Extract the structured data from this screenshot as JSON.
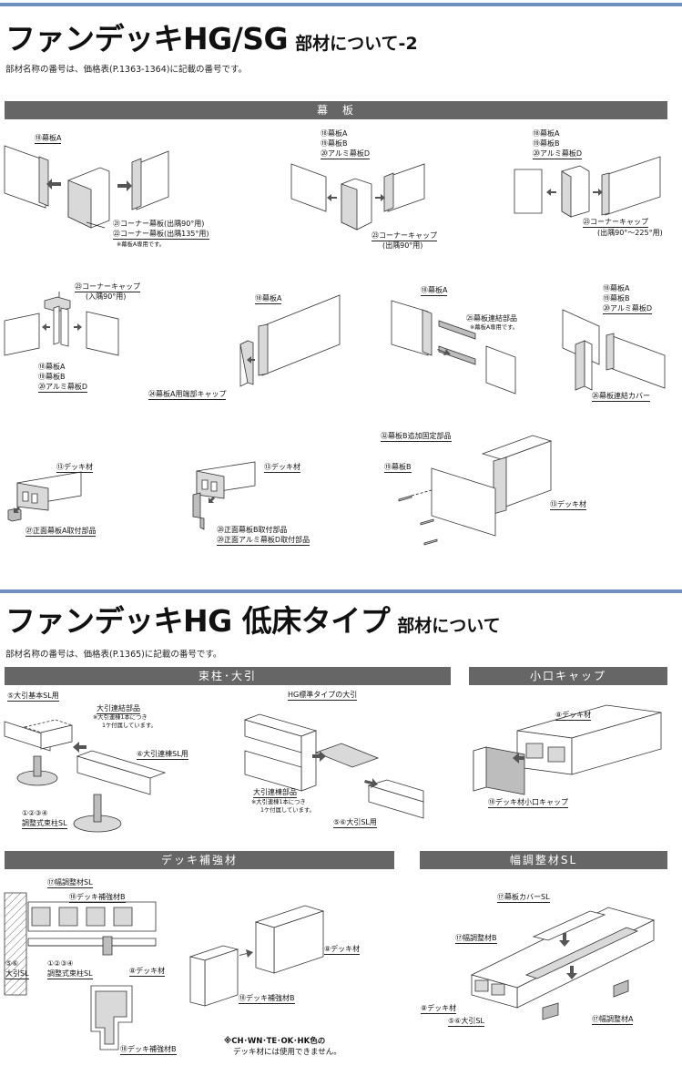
{
  "page": {
    "title1": "ファンデッキHG/SG",
    "title1_sub": "部材について-2",
    "note1": "部材名称の番号は、価格表(P.1363-1364)に記載の番号です。",
    "title2": "ファンデッキHG 低床タイプ",
    "title2_sub": "部材について",
    "note2": "部材名称の番号は、価格表(P.1365)に記載の番号です。"
  },
  "sections": {
    "makuita": "幕　板",
    "tsuka": "束柱･大引",
    "koguchi": "小口キャップ",
    "hokyo": "デッキ補強材",
    "haba": "幅調整材SL"
  },
  "labels": {
    "a1": "⑱幕板A",
    "a2": "㉑コーナー幕板(出隅90°用)",
    "a3": "㉒コーナー幕板(出隅135°用)",
    "a4": "※幕板A専用です。",
    "b1": "⑱幕板A",
    "b2": "⑲幕板B",
    "b3": "⑳アルミ幕板D",
    "b4": "㉓コーナーキャップ",
    "b5": "(出隅90°用)",
    "c1": "⑱幕板A",
    "c2": "⑲幕板B",
    "c3": "⑳アルミ幕板D",
    "c4": "㉓コーナーキャップ",
    "c5": "(出隅90°〜225°用)",
    "d1": "㉓コーナーキャップ",
    "d2": "(入隅90°用)",
    "d3": "⑱幕板A",
    "d4": "⑲幕板B",
    "d5": "⑳アルミ幕板D",
    "e1": "⑱幕板A",
    "e2": "㉔幕板A用端部キャップ",
    "f1": "⑱幕板A",
    "f2": "㉕幕板連結部品",
    "f3": "※幕板A専用です。",
    "g1": "⑱幕板A",
    "g2": "⑲幕板B",
    "g3": "⑳アルミ幕板D",
    "g4": "㉖幕板連結カバー",
    "h1": "⑬デッキ材",
    "h2": "㉗正面幕板A取付部品",
    "i1": "⑬デッキ材",
    "i2": "㉘正面幕板B取付部品",
    "i3": "㉙正面アルミ幕板D取付部品",
    "j1": "㉜幕板B追加固定部品",
    "j2": "⑲幕板B",
    "j3": "⑬デッキ材",
    "k1": "⑤大引基本SL用",
    "k2": "大引連結部品",
    "k3": "※大引連棟1本につき",
    "k4": "1ケ付属しています。",
    "k5": "⑥大引連棟SL用",
    "k6": "①②③④",
    "k7": "調整式束柱SL",
    "l1": "HG標準タイプの大引",
    "l2": "大引連棟部品",
    "l3": "※大引連棟1本につき",
    "l4": "1ケ付属しています。",
    "l5": "⑤⑥大引SL用",
    "m1": "⑧デッキ材",
    "m2": "⑱デッキ材小口キャップ",
    "n1": "⑰幅調整材SL",
    "n2": "⑱デッキ補強材B",
    "n3": "⑤⑥",
    "n4": "大引SL",
    "n5": "①②③④",
    "n6": "調整式束柱SL",
    "n7": "⑧デッキ材",
    "n8": "⑱デッキ補強材B",
    "o1": "⑧デッキ材",
    "o2": "⑱デッキ補強材B",
    "o3": "※CH･WN･TE･OK･HK色の",
    "o4": "デッキ材には使用できません。",
    "p1": "⑰幕板カバーSL",
    "p2": "⑰幅調整材B",
    "p3": "⑧デッキ材",
    "p4": "⑤⑥大引SL",
    "p5": "⑰幅調整材A"
  }
}
